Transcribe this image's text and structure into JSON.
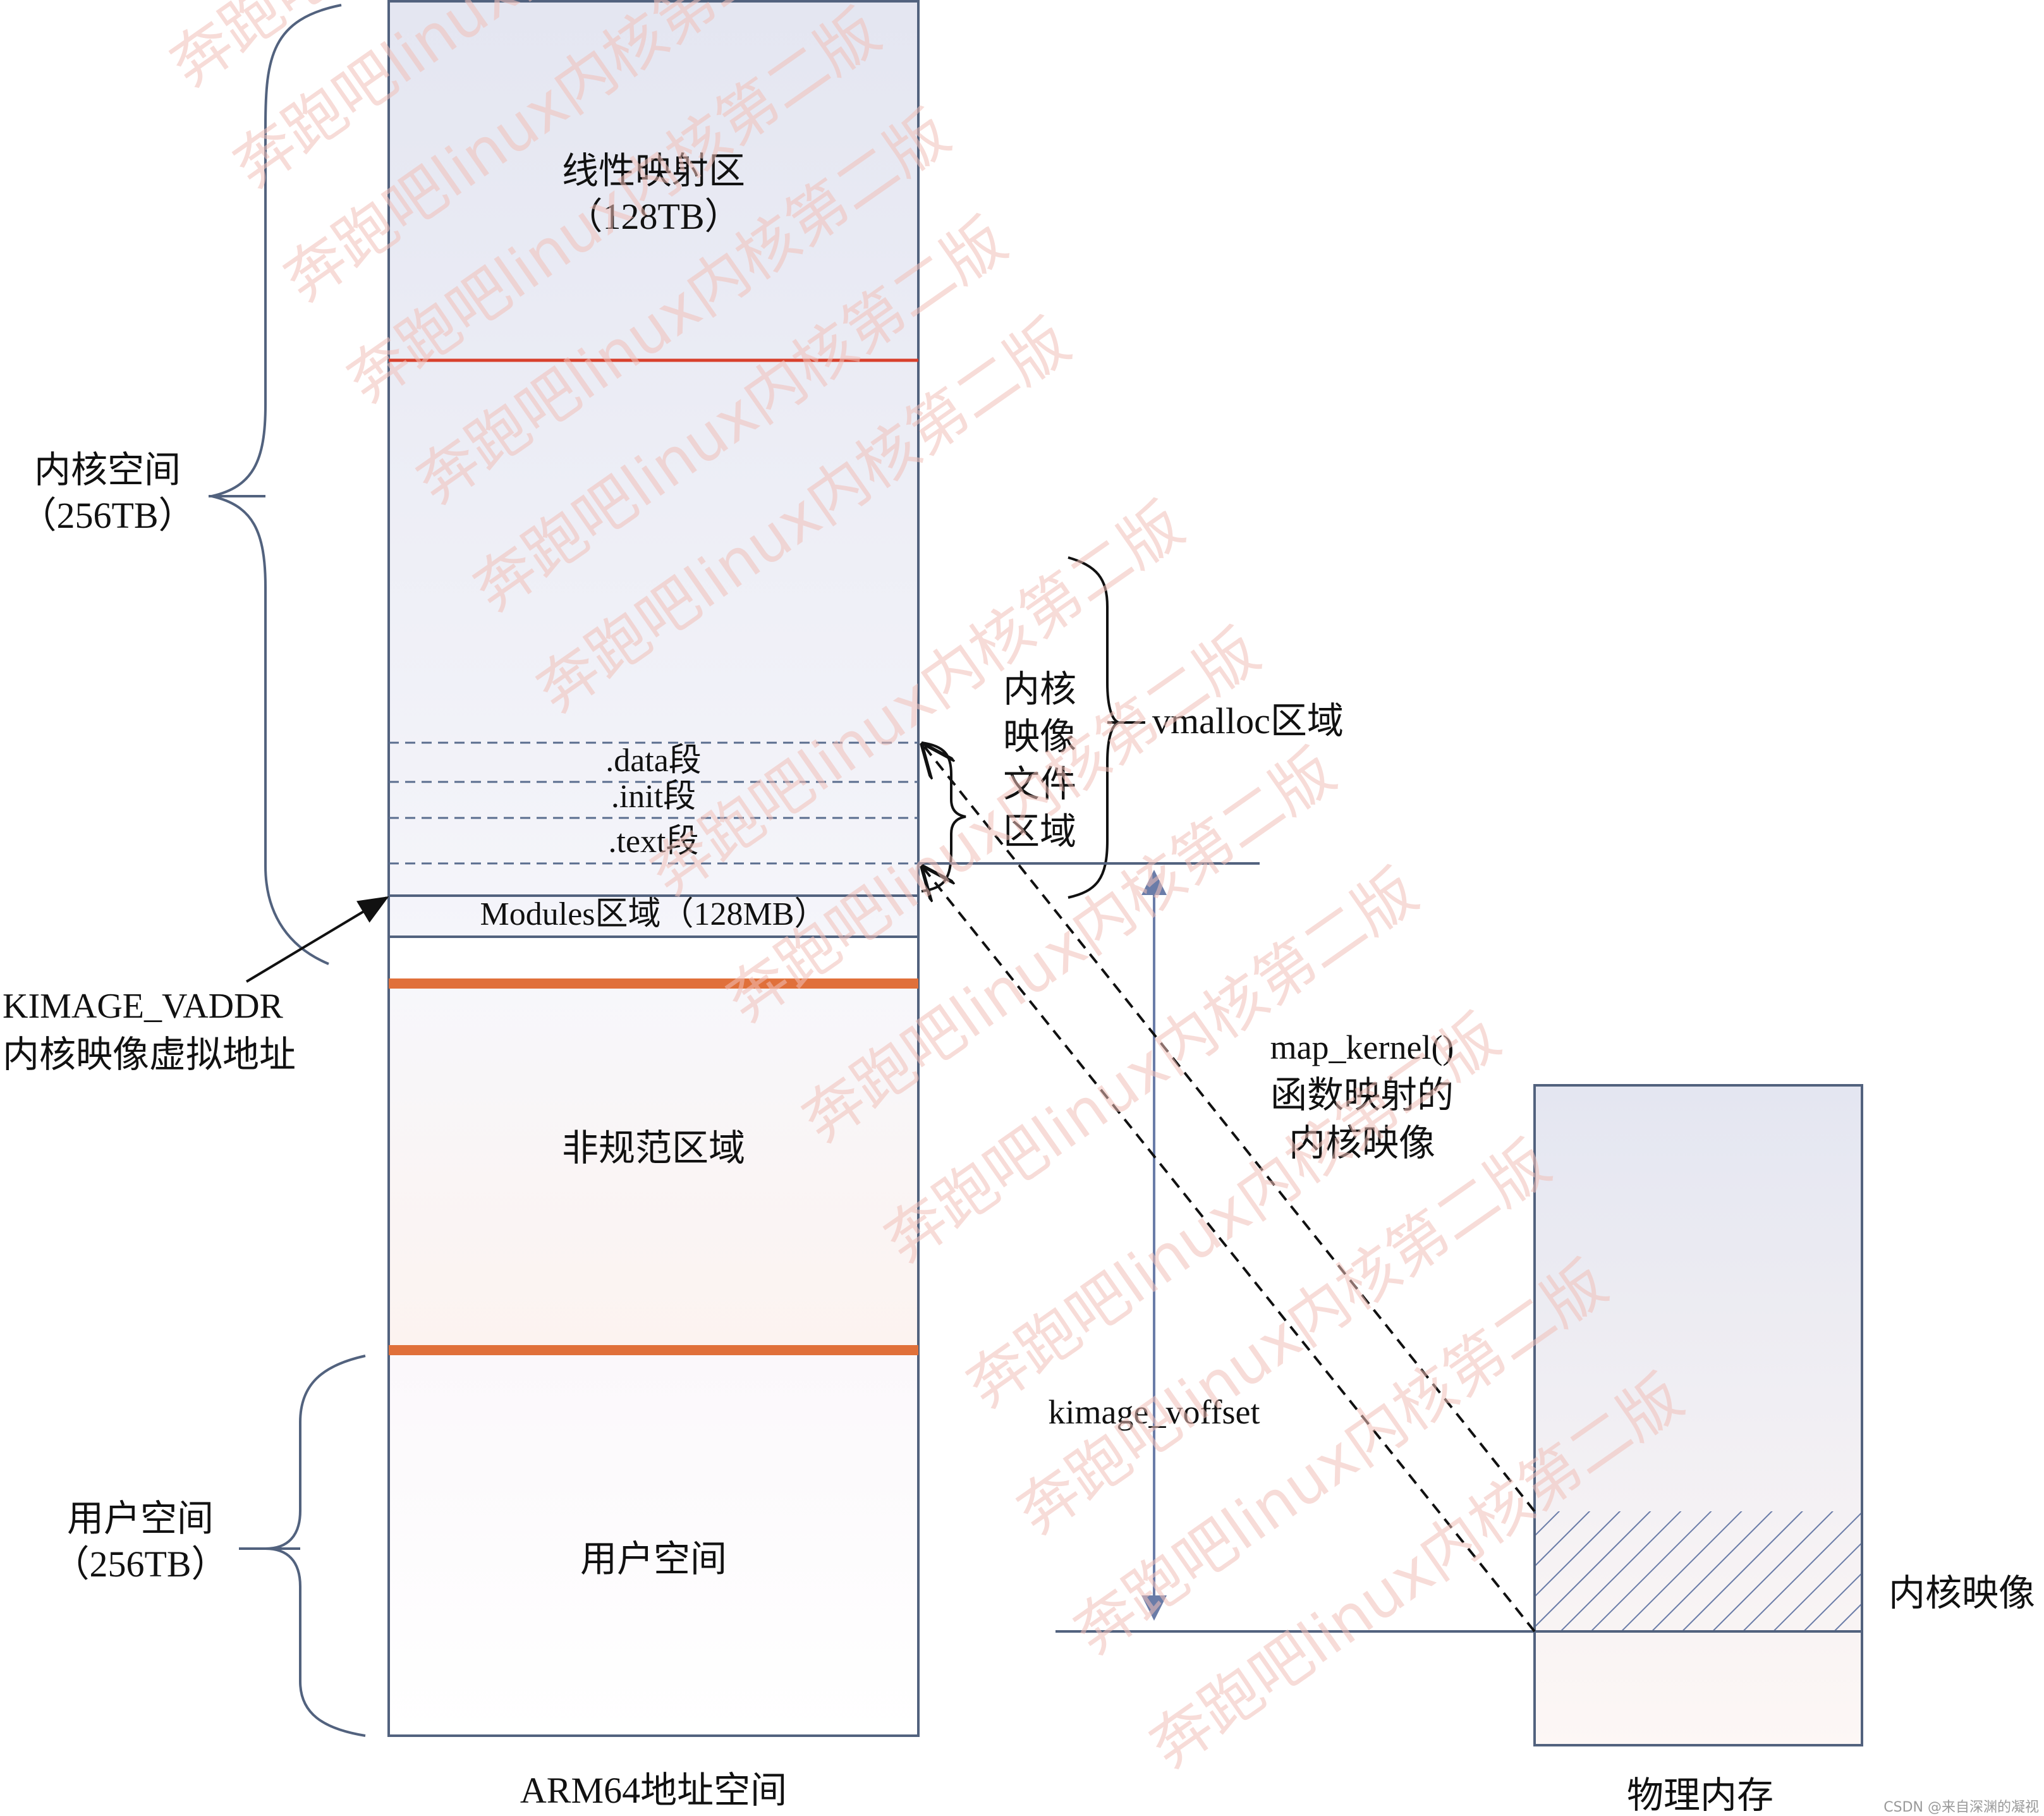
{
  "address_space": {
    "caption": "ARM64地址空间",
    "regions": {
      "linear_map": {
        "name": "线性映射区",
        "size": "（128TB）"
      },
      "data_seg": ".data段",
      "init_seg": ".init段",
      "text_seg": ".text段",
      "modules": "Modules区域（128MB）",
      "non_canonical": "非规范区域",
      "user_space": "用户空间"
    }
  },
  "braces": {
    "kernel_space": {
      "name": "内核空间",
      "size": "（256TB）"
    },
    "user_space": {
      "name": "用户空间",
      "size": "（256TB）"
    },
    "vmalloc": "vmalloc区域"
  },
  "labels": {
    "kimage_vaddr_line1": "KIMAGE_VADDR",
    "kimage_vaddr_line2": "内核映像虚拟地址",
    "image_file_area": [
      "内核",
      "映像",
      "文件",
      "区域"
    ],
    "map_kernel_line1": "map_kernel()",
    "map_kernel_line2": "函数映射的",
    "map_kernel_line3": "内核映像",
    "kimage_voffset": "kimage_voffset",
    "kernel_image": "内核映像"
  },
  "physical_memory": {
    "caption": "物理内存"
  },
  "watermark": {
    "text": "奔跑吧linux内核第二版",
    "footer": "CSDN @来自深渊的凝视"
  },
  "colors": {
    "box_stroke": "#52627e",
    "linear_boundary": "#d8402c",
    "non_canonical_boundary": "#e0703a",
    "dashed": "#5a6d8e",
    "watermark": "#f0c0b8"
  }
}
